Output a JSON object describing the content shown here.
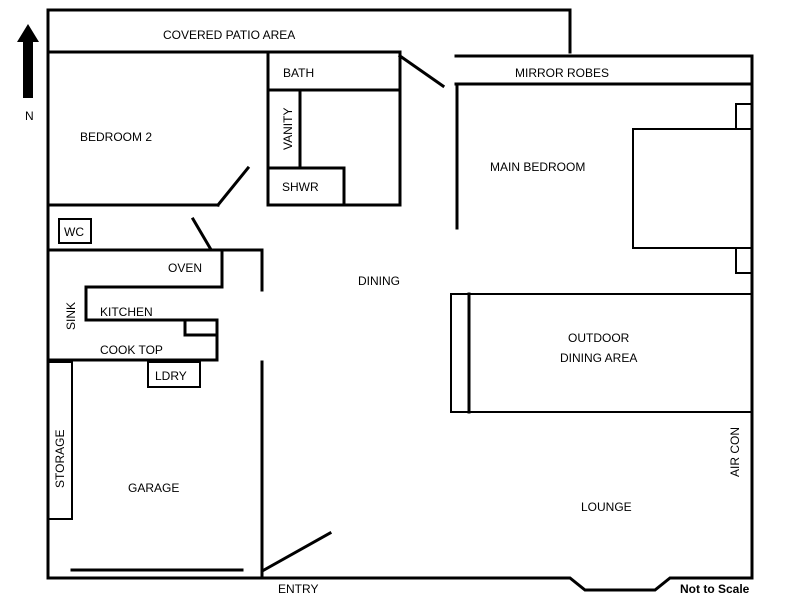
{
  "north": {
    "label": "N"
  },
  "rooms": {
    "covered_patio": "COVERED PATIO AREA",
    "bath": "BATH",
    "vanity": "VANITY",
    "shower": "SHWR",
    "mirror_robes": "MIRROR ROBES",
    "bedroom2": "BEDROOM 2",
    "main_bedroom": "MAIN BEDROOM",
    "wc": "WC",
    "oven": "OVEN",
    "dining": "DINING",
    "sink": "SINK",
    "kitchen": "KITCHEN",
    "cook_top": "COOK TOP",
    "laundry": "LDRY",
    "outdoor_dining_line1": "OUTDOOR",
    "outdoor_dining_line2": "DINING AREA",
    "storage": "STORAGE",
    "garage": "GARAGE",
    "air_con": "AIR CON",
    "lounge": "LOUNGE",
    "entry": "ENTRY"
  },
  "scale_note": "Not to Scale"
}
